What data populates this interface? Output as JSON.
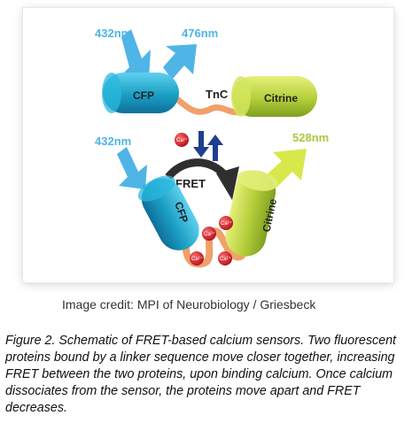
{
  "wavelengths": {
    "top_excitation": "432nm",
    "top_emission": "476nm",
    "bottom_excitation": "432nm",
    "bottom_emission": "528nm"
  },
  "labels": {
    "donor_top": "CFP",
    "acceptor_top": "Citrine",
    "linker": "TnC",
    "fret": "FRET",
    "donor_bottom": "CFP",
    "acceptor_bottom": "Citrine",
    "calcium": "Ca²⁺"
  },
  "colors": {
    "excitation_arrow": "#4fb4e6",
    "emission_arrow_green": "#d8e84a",
    "cfp": "#1a9fc4",
    "citrine": "#b6cf3a",
    "linker": "#f0a06a",
    "calcium": "#d0202a",
    "fret_arrow": "#2f2f2f",
    "equilibrium_up": "#1f3f8f",
    "equilibrium_down": "#1f3f8f"
  },
  "credit": "Image credit: MPI of Neurobiology / Griesbeck",
  "caption": "Figure 2. Schematic of FRET-based calcium sensors. Two fluorescent proteins bound by a linker sequence move closer together, increasing FRET between the two proteins, upon binding calcium. Once calcium dissociates from the sensor, the proteins move apart and FRET decreases."
}
